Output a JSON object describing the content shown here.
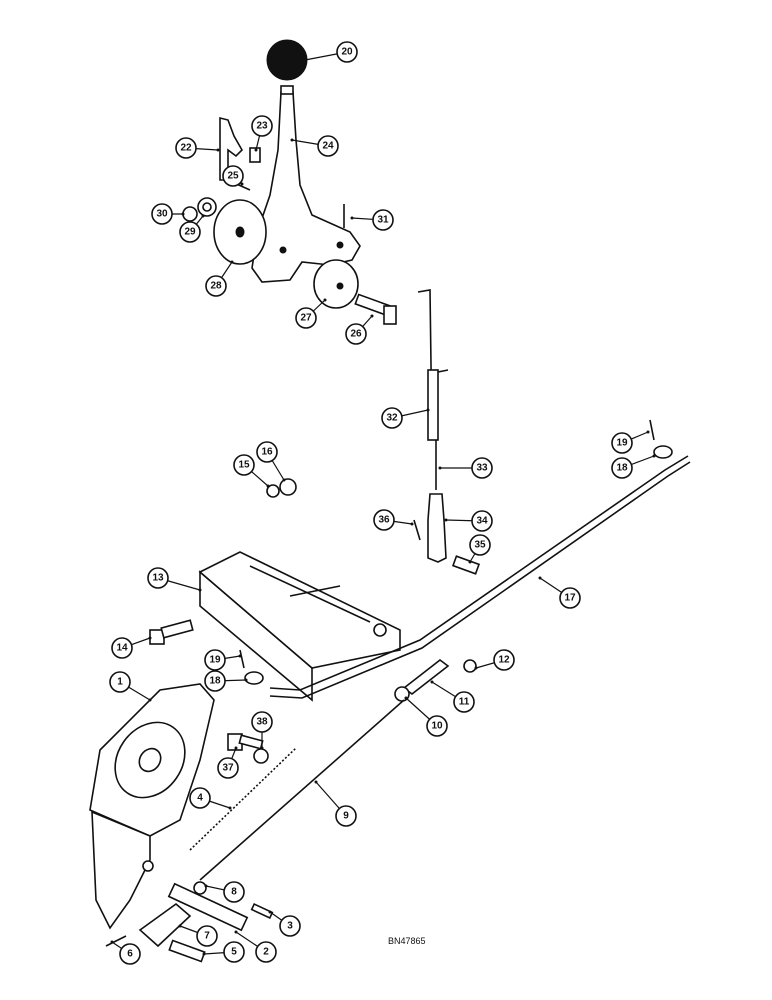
{
  "drawing_code": "BN47865",
  "callouts": [
    {
      "id": "c20",
      "label": "20"
    },
    {
      "id": "c22",
      "label": "22"
    },
    {
      "id": "c23",
      "label": "23"
    },
    {
      "id": "c24",
      "label": "24"
    },
    {
      "id": "c25",
      "label": "25"
    },
    {
      "id": "c30",
      "label": "30"
    },
    {
      "id": "c29",
      "label": "29"
    },
    {
      "id": "c31",
      "label": "31"
    },
    {
      "id": "c28",
      "label": "28"
    },
    {
      "id": "c27",
      "label": "27"
    },
    {
      "id": "c26",
      "label": "26"
    },
    {
      "id": "c32",
      "label": "32"
    },
    {
      "id": "c19a",
      "label": "19"
    },
    {
      "id": "c18a",
      "label": "18"
    },
    {
      "id": "c33",
      "label": "33"
    },
    {
      "id": "c15",
      "label": "15"
    },
    {
      "id": "c16",
      "label": "16"
    },
    {
      "id": "c36",
      "label": "36"
    },
    {
      "id": "c34",
      "label": "34"
    },
    {
      "id": "c35",
      "label": "35"
    },
    {
      "id": "c13",
      "label": "13"
    },
    {
      "id": "c17",
      "label": "17"
    },
    {
      "id": "c14",
      "label": "14"
    },
    {
      "id": "c19b",
      "label": "19"
    },
    {
      "id": "c18b",
      "label": "18"
    },
    {
      "id": "c12",
      "label": "12"
    },
    {
      "id": "c11",
      "label": "11"
    },
    {
      "id": "c10",
      "label": "10"
    },
    {
      "id": "c1",
      "label": "1"
    },
    {
      "id": "c38",
      "label": "38"
    },
    {
      "id": "c37",
      "label": "37"
    },
    {
      "id": "c9",
      "label": "9"
    },
    {
      "id": "c4",
      "label": "4"
    },
    {
      "id": "c8",
      "label": "8"
    },
    {
      "id": "c3",
      "label": "3"
    },
    {
      "id": "c7",
      "label": "7"
    },
    {
      "id": "c2",
      "label": "2"
    },
    {
      "id": "c5",
      "label": "5"
    },
    {
      "id": "c6",
      "label": "6"
    }
  ]
}
